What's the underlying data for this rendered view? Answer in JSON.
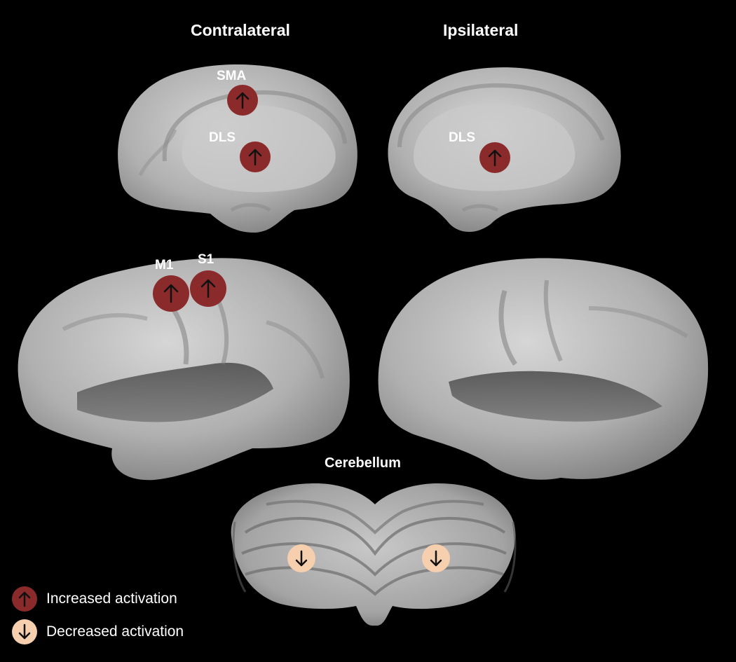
{
  "headers": {
    "contralateral": "Contralateral",
    "ipsilateral": "Ipsilateral",
    "cerebellum": "Cerebellum"
  },
  "regions": {
    "sma": "SMA",
    "dls_contra": "DLS",
    "dls_ipsi": "DLS",
    "m1": "M1",
    "s1": "S1"
  },
  "legend": {
    "increased": "Increased activation",
    "decreased": "Decreased activation"
  },
  "colors": {
    "increased": "#8b2a2a",
    "decreased": "#f6cfaf",
    "background": "#000000",
    "brain": "#b4b4b4"
  },
  "icons": {
    "increased": "arrow-up-icon",
    "decreased": "arrow-down-icon"
  }
}
